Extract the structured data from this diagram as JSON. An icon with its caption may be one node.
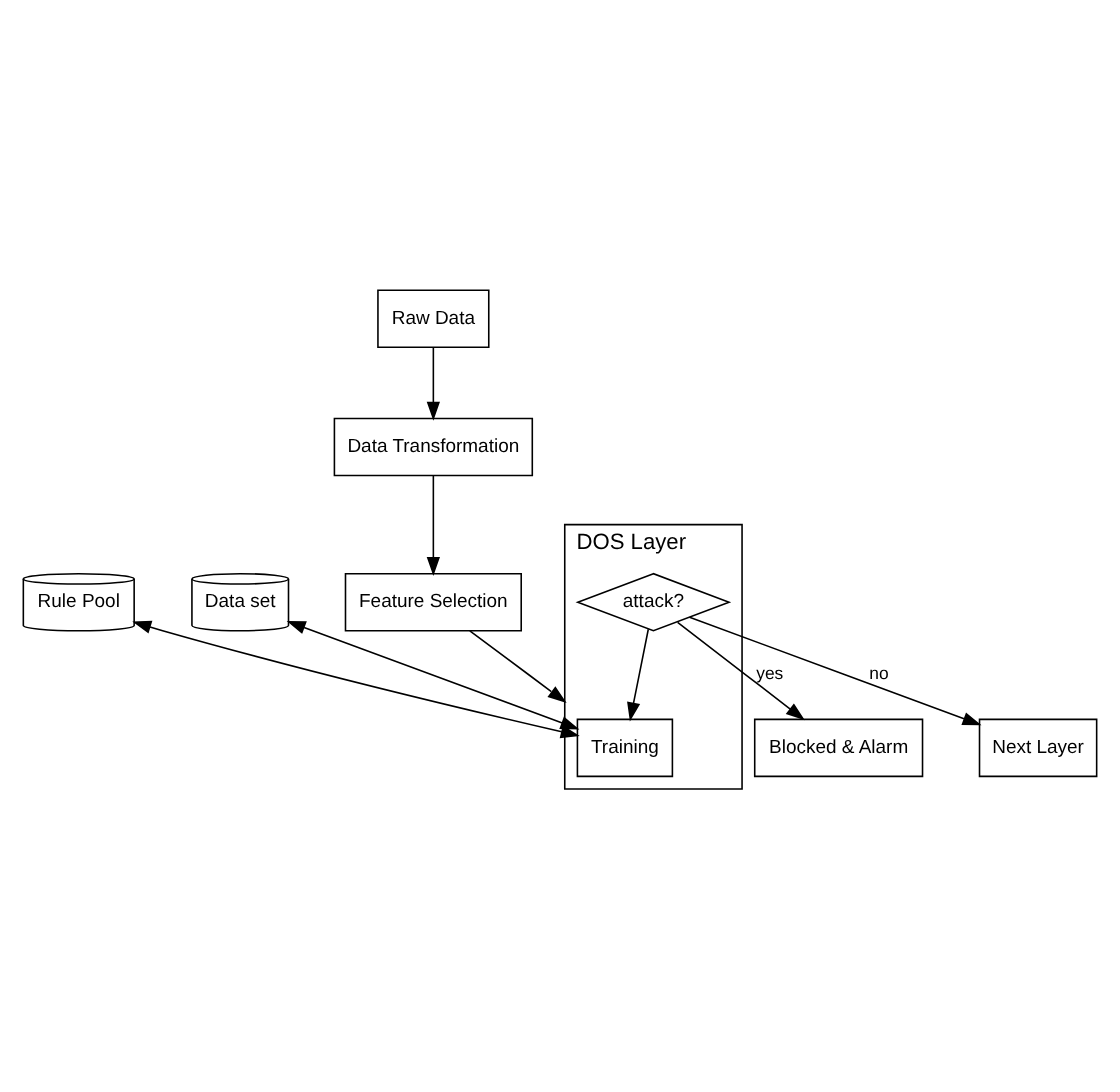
{
  "diagram": {
    "nodes": [
      {
        "text": [
          "Rule Pool"
        ]
      },
      {
        "text": [
          "Data set"
        ]
      },
      {
        "text": [
          "DOS Layer"
        ]
      },
      {
        "text": [
          "Training"
        ],
        "in": 2
      },
      {
        "text": [
          "attack?"
        ],
        "in": 2
      },
      {
        "text": [
          "Feature Selection"
        ]
      },
      {
        "text": [
          "Data Transformation"
        ]
      },
      {
        "text": [
          "Raw Data"
        ]
      },
      {
        "text": [
          "Blocked & Alarm"
        ]
      },
      {
        "text": [
          "Next Layer"
        ]
      }
    ],
    "edges": [
      {
        "from": 0,
        "to": 3,
        "arrow": "both"
      },
      {
        "from": 1,
        "to": 3,
        "arrow": "both"
      },
      {
        "from": 5,
        "to": 2,
        "arrow": "to"
      },
      {
        "from": 4,
        "to": 3,
        "arrow": "to"
      },
      {
        "from": 4,
        "to": 8,
        "label": "yes",
        "arrow": "to"
      },
      {
        "from": 4,
        "to": 9,
        "label": "no",
        "arrow": "to"
      },
      {
        "from": 7,
        "to": 6,
        "arrow": "to"
      },
      {
        "from": 6,
        "to": 5,
        "arrow": "to"
      }
    ]
  }
}
